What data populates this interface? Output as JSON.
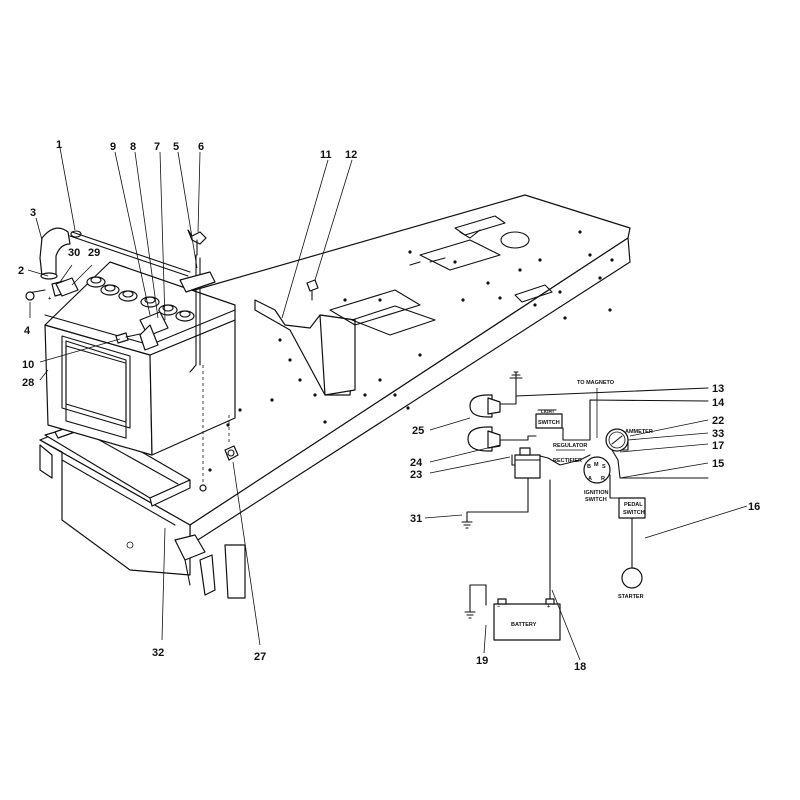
{
  "callouts": {
    "c1": "1",
    "c2": "2",
    "c3": "3",
    "c4": "4",
    "c5": "5",
    "c6": "6",
    "c7": "7",
    "c8": "8",
    "c9": "9",
    "c10": "10",
    "c11": "11",
    "c12": "12",
    "c13": "13",
    "c14": "14",
    "c15": "15",
    "c16": "16",
    "c17": "17",
    "c18": "18",
    "c19": "19",
    "c22": "22",
    "c23": "23",
    "c24": "24",
    "c25": "25",
    "c27": "27",
    "c28": "28",
    "c29": "29",
    "c30": "30",
    "c31": "31",
    "c32": "32",
    "c33": "33"
  },
  "wiring_labels": {
    "to_magneto": "TO MAGNETO",
    "ammeter": "AMMETER",
    "regulator": "REGULATOR",
    "rectifier": "RECTIFIER",
    "ignition_switch_line1": "IGNITION",
    "ignition_switch_line2": "SWITCH",
    "pedal_switch_line1": "PEDAL",
    "pedal_switch_line2": "SWITCH",
    "light_switch_top": "LIGHT",
    "light_switch": "SWITCH",
    "starter": "STARTER",
    "battery": "BATTERY",
    "battery_minus": "−",
    "battery_plus": "+",
    "terminal_b": "B",
    "terminal_m": "M",
    "terminal_s": "S",
    "terminal_a": "A",
    "terminal_r": "R",
    "terminal_plus_top": "+"
  }
}
